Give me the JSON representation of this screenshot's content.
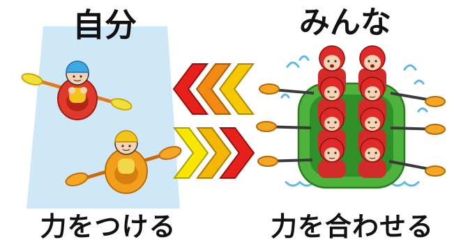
{
  "left_panel": {
    "title": "自分",
    "caption": "力をつける",
    "illustration": "single-kayakers"
  },
  "right_panel": {
    "title": "みんな",
    "caption": "力を合わせる",
    "illustration": "team-rafting"
  },
  "arrows": {
    "top_direction": "left",
    "bottom_direction": "right",
    "colors": [
      "#e8201c",
      "#f28a14",
      "#f5c800",
      "#f6e600"
    ]
  },
  "colors": {
    "water_panel": "#cfe8f7",
    "raft_green": "#4db33d",
    "kayak_red": "#e03a2c",
    "kayak_orange": "#f2a01c",
    "paddle_yellow": "#f2e03a",
    "paddle_orange": "#f5a623",
    "helmet_red": "#e02a2a"
  }
}
